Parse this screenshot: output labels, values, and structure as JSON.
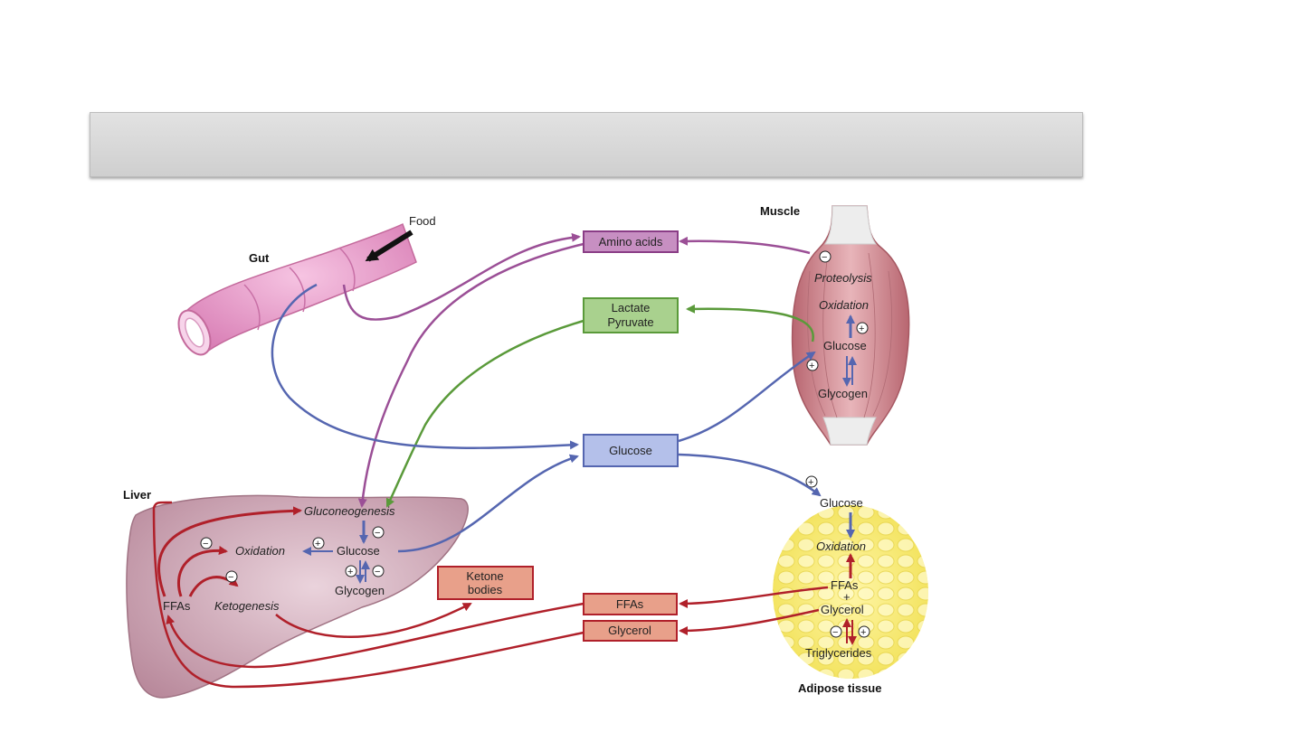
{
  "organs": {
    "gut": "Gut",
    "food": "Food",
    "muscle": "Muscle",
    "liver": "Liver",
    "adipose": "Adipose tissue"
  },
  "boxes": {
    "amino_acids": "Amino acids",
    "lactate": "Lactate",
    "pyruvate": "Pyruvate",
    "glucose": "Glucose",
    "ketone_1": "Ketone",
    "ketone_2": "bodies",
    "ffas": "FFAs",
    "glycerol": "Glycerol"
  },
  "muscle": {
    "proteolysis": "Proteolysis",
    "oxidation": "Oxidation",
    "glucose": "Glucose",
    "glycogen": "Glycogen"
  },
  "liver": {
    "gluconeogenesis": "Gluconeogenesis",
    "oxidation": "Oxidation",
    "glucose": "Glucose",
    "glycogen": "Glycogen",
    "ffas": "FFAs",
    "ketogenesis": "Ketogenesis"
  },
  "adipose": {
    "glucose": "Glucose",
    "oxidation": "Oxidation",
    "ffas": "FFAs",
    "plus": "+",
    "glycerol": "Glycerol",
    "triglycerides": "Triglycerides"
  },
  "signs": {
    "plus": "+",
    "minus": "−"
  },
  "colors": {
    "amino": "#9b4f96",
    "lactate": "#5a9a3a",
    "glucose": "#5566b0",
    "fat": "#b0202a"
  }
}
